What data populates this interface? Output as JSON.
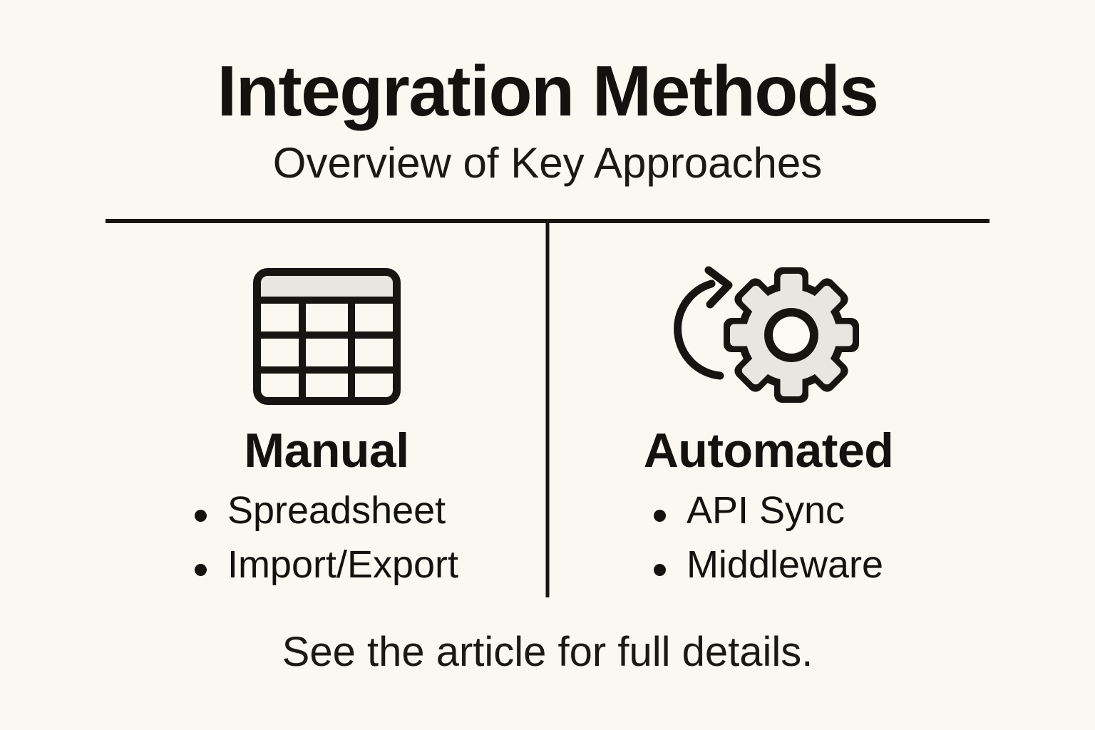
{
  "header": {
    "title": "Integration Methods",
    "subtitle": "Overview of Key Approaches"
  },
  "columns": {
    "left": {
      "icon": "spreadsheet-table-icon",
      "heading": "Manual",
      "items": [
        "Spreadsheet",
        "Import/Export"
      ]
    },
    "right": {
      "icon": "sync-gear-icon",
      "heading": "Automated",
      "items": [
        "API Sync",
        "Middleware"
      ]
    }
  },
  "footer": {
    "note": "See the article for full details."
  },
  "colors": {
    "background": "#FAF8F1",
    "text": "#14120f",
    "line": "#171512",
    "icon_fill": "#E8E6E1"
  }
}
